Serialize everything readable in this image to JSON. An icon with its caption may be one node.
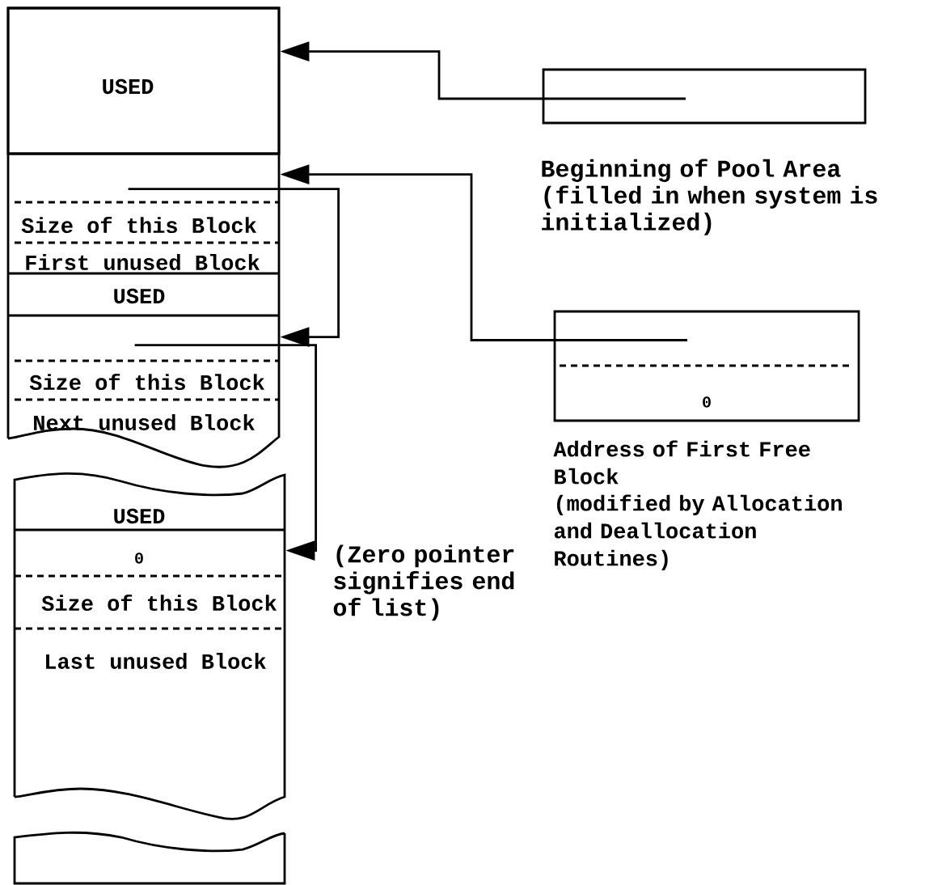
{
  "diagram": {
    "nodes": [
      {
        "text": [
          "USED"
        ]
      },
      {
        "text": [
          "Size of this Block",
          "First unused Block"
        ]
      },
      {
        "text": [
          "USED"
        ]
      },
      {
        "text": [
          "Size of this Block",
          "Next unused Block"
        ]
      },
      {
        "text": [
          "USED"
        ]
      },
      {
        "text": [
          "0",
          "Size of this Block",
          "Last unused Block"
        ]
      },
      {
        "text": [],
        "shape": "box",
        "beside": [
          "Beginning of Pool Area (filled in when system is initialized)"
        ]
      },
      {
        "text": [
          "0"
        ],
        "beside": [
          "Address of First Free Block",
          "(modified by Allocation and Deallocation Routines)"
        ]
      },
      {
        "text": [],
        "shape": "box"
      }
    ],
    "edges": [
      {
        "from": 6,
        "to": 0,
        "arrow": "to"
      },
      {
        "from": 7,
        "to": 1,
        "arrow": "to"
      },
      {
        "from": 1,
        "to": 3,
        "arrow": "to"
      },
      {
        "from": 3,
        "to": 5,
        "arrow": "to"
      }
    ],
    "labels": [
      "(Zero pointer signifies end of list)"
    ]
  }
}
